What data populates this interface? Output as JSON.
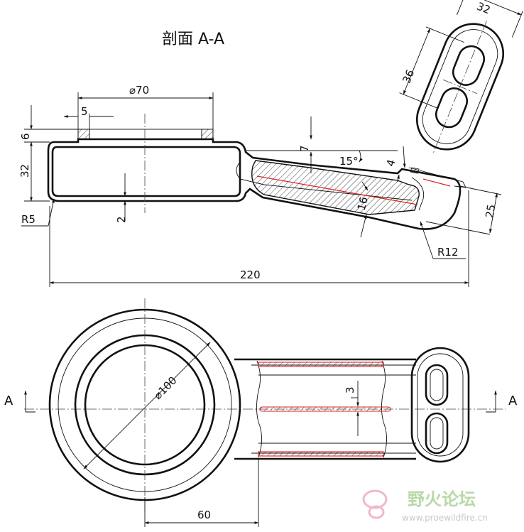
{
  "section_title": "剖面 A-A",
  "dimensions": {
    "dia70": "⌀70",
    "d5": "5",
    "d6": "6",
    "d32_left": "32",
    "r5": "R5",
    "d2": "2",
    "d7": "7",
    "angle15": "15°",
    "d16": "16",
    "d4": "4",
    "d25": "25",
    "r12": "R12",
    "d220": "220",
    "d32_top": "32",
    "d36": "36",
    "dia100": "⌀100",
    "d3": "3",
    "d60": "60"
  },
  "section_marks": {
    "left": "A",
    "right": "A"
  },
  "watermark": {
    "title": "野火论坛",
    "url": "www.proewildfire.cn"
  },
  "colors": {
    "line": "#111111",
    "highlight": "#e02020",
    "watermark": "#b9d8a8"
  }
}
